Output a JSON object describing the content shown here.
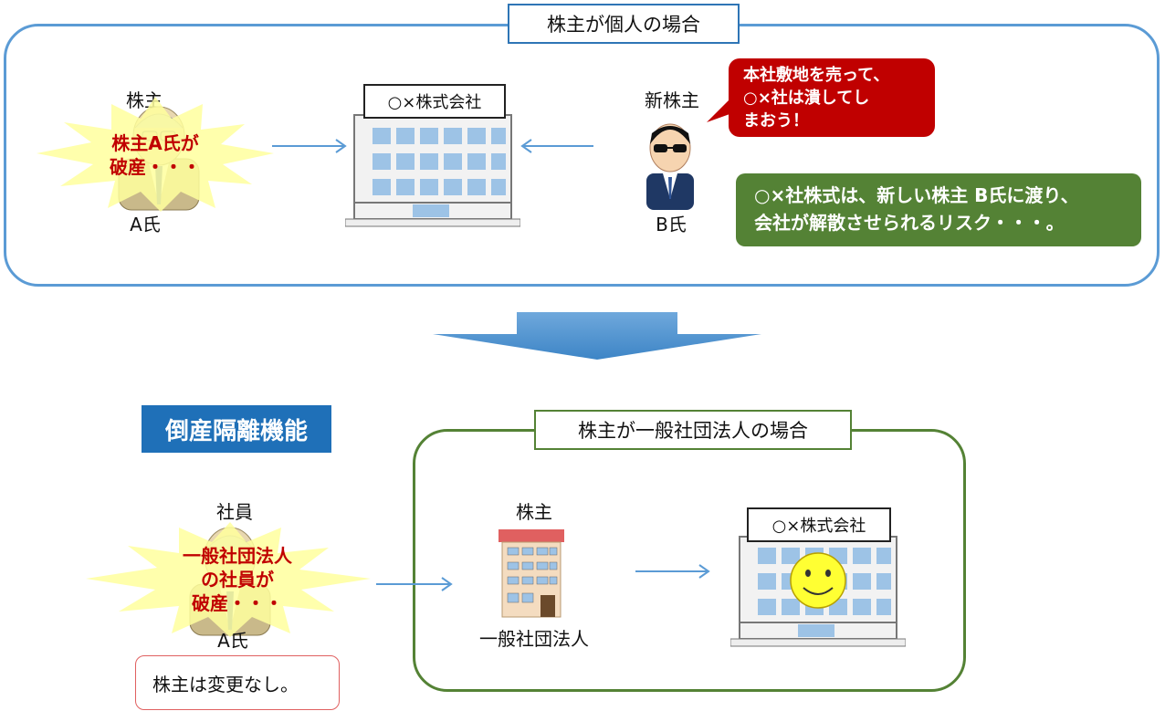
{
  "top": {
    "title": "株主が個人の場合",
    "shareholder_label": "株主",
    "person_a_label": "A氏",
    "bankrupt_text_1": "株主A氏が",
    "bankrupt_text_2": "破産・・・",
    "company_name": "○×株式会社",
    "new_shareholder_label": "新株主",
    "person_b_label": "B氏",
    "speech_line_1": "本社敷地を売って、",
    "speech_line_2": "○×社は潰してし",
    "speech_line_3": "まおう！",
    "note_line_1": "○×社株式は、新しい株主 B氏に渡り、",
    "note_line_2": "会社が解散させられるリスク・・・。"
  },
  "bottom": {
    "function_label": "倒産隔離機能",
    "title": "株主が一般社団法人の場合",
    "employee_label": "社員",
    "bankrupt_text_1": "一般社団法人",
    "bankrupt_text_2": "の社員が",
    "bankrupt_text_3": "破産・・・",
    "person_a_label": "A氏",
    "shareholder_label": "株主",
    "association_label": "一般社団法人",
    "company_name": "○×株式会社",
    "unchanged_note": "株主は変更なし。"
  },
  "colors": {
    "blue_frame": "#5b9bd5",
    "green_frame": "#548235",
    "red_bubble": "#c00000",
    "function_badge": "#1f70b8",
    "burst_fill": "#ffff9e"
  }
}
